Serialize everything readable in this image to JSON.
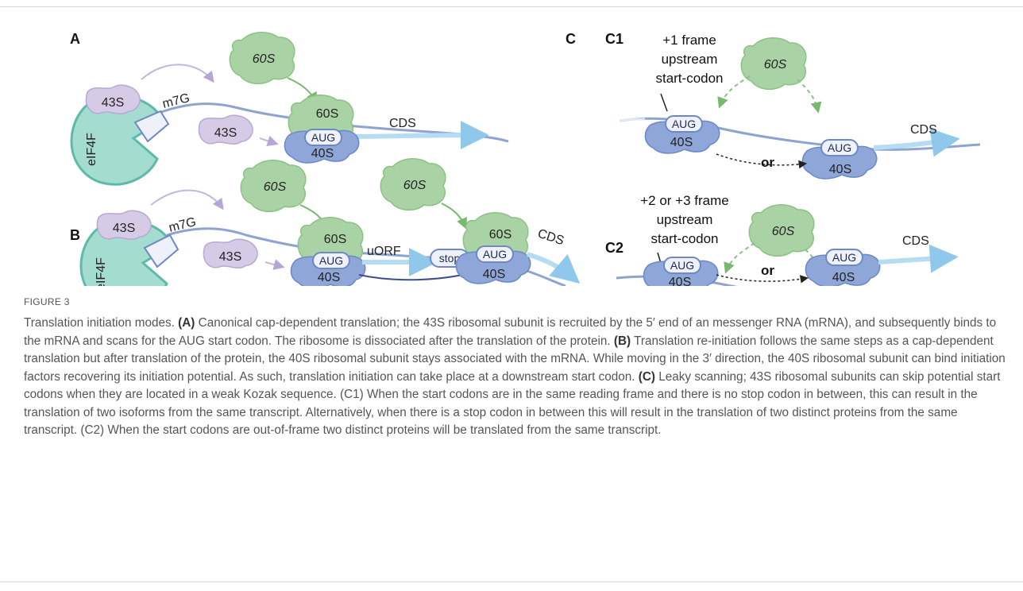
{
  "figure": {
    "panels": {
      "A": "A",
      "B": "B",
      "C": "C",
      "C1": "C1",
      "C2": "C2"
    },
    "labels": {
      "s60": "60S",
      "s43": "43S",
      "s40": "40S",
      "aug": "AUG",
      "cds": "CDS",
      "eif4f": "eIF4F",
      "m7g": "m7G",
      "uorf": "uORF",
      "stop": "stop",
      "or": "or",
      "c1_note": [
        "+1 frame",
        "upstream",
        "start-codon"
      ],
      "c2_note": [
        "+2 or +3 frame",
        "upstream",
        "start-codon"
      ]
    },
    "colors": {
      "green": "#a9d3a4",
      "green_stroke": "#7cb573",
      "purple": "#d6cbe6",
      "purple_stroke": "#b4a2d0",
      "blue": "#8ea6d8",
      "blue_stroke": "#6a86c4",
      "teal": "#9fd9cc",
      "teal_stroke": "#5cbba8",
      "mrna": "#8ea4d0",
      "cds_arrow": "#a9d4ef"
    }
  },
  "caption": {
    "figure_label": "FIGURE 3",
    "title": "Translation initiation modes.",
    "a_tag": "(A)",
    "a_text": "Canonical cap-dependent translation; the 43S ribosomal subunit is recruited by the 5′ end of an messenger RNA (mRNA), and subsequently binds to the mRNA and scans for the AUG start codon. The ribosome is dissociated after the translation of the protein.",
    "b_tag": "(B)",
    "b_text": "Translation re-initiation follows the same steps as a cap-dependent translation but after translation of the protein, the 40S ribosomal subunit stays associated with the mRNA. While moving in the 3′ direction, the 40S ribosomal subunit can bind initiation factors recovering its initiation potential. As such, translation initiation can take place at a downstream start codon.",
    "c_tag": "(C)",
    "c_text": "Leaky scanning; 43S ribosomal subunits can skip potential start codons when they are located in a weak Kozak sequence. (C1) When the start codons are in the same reading frame and there is no stop codon in between, this can result in the translation of two isoforms from the same transcript. Alternatively, when there is a stop codon in between this will result in the translation of two distinct proteins from the same transcript. (C2) When the start codons are out-of-frame two distinct proteins will be translated from the same transcript."
  }
}
